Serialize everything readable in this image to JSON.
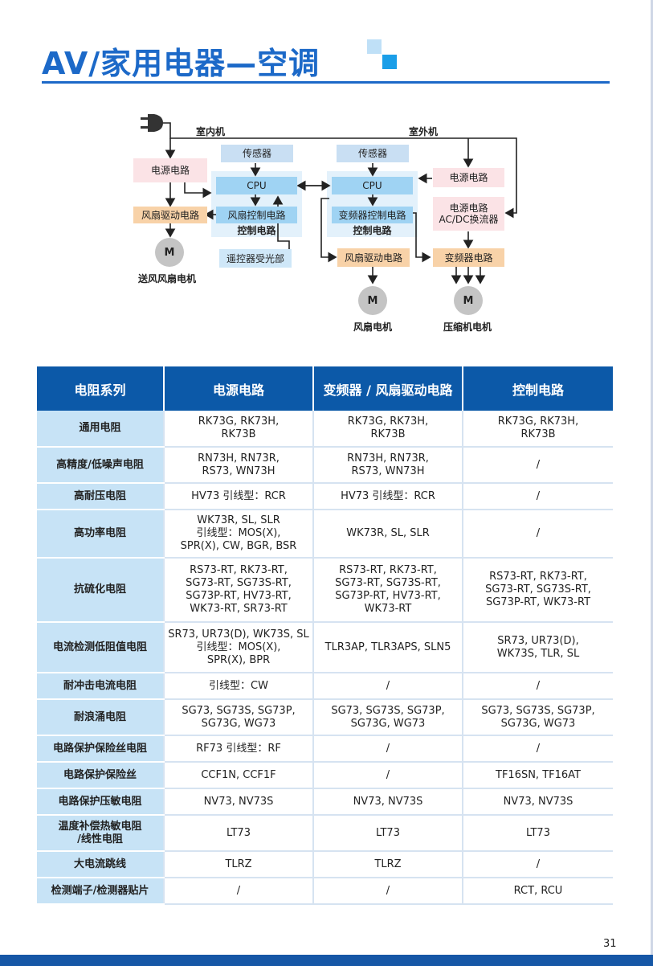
{
  "page": {
    "title": "AV/家用电器—空调",
    "page_number": "31"
  },
  "diagram": {
    "indoor_label": "室内机",
    "outdoor_label": "室外机",
    "indoor": {
      "power_circuit": "电源电路",
      "sensor": "传感器",
      "cpu": "CPU",
      "fan_drive": "风扇驱动电路",
      "fan_control": "风扇控制电路",
      "control_circuit": "控制电路",
      "remote_receiver": "遥控器受光部",
      "motor_symbol": "M",
      "motor_label": "送风风扇电机"
    },
    "outdoor": {
      "sensor": "传感器",
      "cpu": "CPU",
      "inverter_control": "变频器控制电路",
      "control_circuit": "控制电路",
      "fan_drive": "风扇驱动电路",
      "power_circuit": "电源电路",
      "power_acdc_line1": "电源电路",
      "power_acdc_line2": "AC/DC换流器",
      "inverter_circuit": "变频器电路",
      "fan_motor_symbol": "M",
      "fan_motor_label": "风扇电机",
      "compressor_motor_symbol": "M",
      "compressor_motor_label": "压缩机电机"
    }
  },
  "table": {
    "headers": [
      "电阻系列",
      "电源电路",
      "变频器 / 风扇驱动电路",
      "控制电路"
    ],
    "rows": [
      {
        "name": "通用电阻",
        "c1": [
          "RK73G, RK73H,",
          "RK73B"
        ],
        "c2": [
          "RK73G, RK73H,",
          "RK73B"
        ],
        "c3": [
          "RK73G, RK73H,",
          "RK73B"
        ]
      },
      {
        "name": "高精度/低噪声电阻",
        "c1": [
          "RN73H, RN73R,",
          "RS73, WN73H"
        ],
        "c2": [
          "RN73H, RN73R,",
          "RS73, WN73H"
        ],
        "c3": [
          "/"
        ]
      },
      {
        "name": "高耐压电阻",
        "c1": [
          "HV73  引线型：RCR"
        ],
        "c2": [
          "HV73  引线型：RCR"
        ],
        "c3": [
          "/"
        ]
      },
      {
        "name": "高功率电阻",
        "c1": [
          "WK73R, SL, SLR",
          "引线型：MOS(X),",
          "SPR(X), CW, BGR, BSR"
        ],
        "c2": [
          "WK73R, SL, SLR"
        ],
        "c3": [
          "/"
        ]
      },
      {
        "name": "抗硫化电阻",
        "c1": [
          "RS73-RT, RK73-RT,",
          "SG73-RT, SG73S-RT,",
          "SG73P-RT, HV73-RT,",
          "WK73-RT, SR73-RT"
        ],
        "c2": [
          "RS73-RT, RK73-RT,",
          "SG73-RT, SG73S-RT,",
          "SG73P-RT, HV73-RT,",
          "WK73-RT"
        ],
        "c3": [
          "RS73-RT, RK73-RT,",
          "SG73-RT, SG73S-RT,",
          "SG73P-RT, WK73-RT"
        ]
      },
      {
        "name": "电流检测低阻值电阻",
        "c1": [
          "SR73, UR73(D), WK73S, SL",
          "引线型：MOS(X),",
          "SPR(X), BPR"
        ],
        "c2": [
          "TLR3AP, TLR3APS, SLN5"
        ],
        "c3": [
          "SR73, UR73(D),",
          "WK73S, TLR, SL"
        ]
      },
      {
        "name": "耐冲击电流电阻",
        "c1": [
          "引线型：CW"
        ],
        "c2": [
          "/"
        ],
        "c3": [
          "/"
        ]
      },
      {
        "name": "耐浪涌电阻",
        "c1": [
          "SG73, SG73S, SG73P,",
          "SG73G, WG73"
        ],
        "c2": [
          "SG73, SG73S, SG73P,",
          "SG73G, WG73"
        ],
        "c3": [
          "SG73, SG73S, SG73P,",
          "SG73G, WG73"
        ]
      },
      {
        "name": "电路保护保险丝电阻",
        "c1": [
          "RF73  引线型：RF"
        ],
        "c2": [
          "/"
        ],
        "c3": [
          "/"
        ]
      },
      {
        "name": "电路保护保险丝",
        "c1": [
          "CCF1N, CCF1F"
        ],
        "c2": [
          "/"
        ],
        "c3": [
          "TF16SN, TF16AT"
        ]
      },
      {
        "name": "电路保护压敏电阻",
        "c1": [
          "NV73, NV73S"
        ],
        "c2": [
          "NV73, NV73S"
        ],
        "c3": [
          "NV73, NV73S"
        ]
      },
      {
        "name": "温度补偿热敏电阻\n/线性电阻",
        "c1": [
          "LT73"
        ],
        "c2": [
          "LT73"
        ],
        "c3": [
          "LT73"
        ]
      },
      {
        "name": "大电流跳线",
        "c1": [
          "TLRZ"
        ],
        "c2": [
          "TLRZ"
        ],
        "c3": [
          "/"
        ]
      },
      {
        "name": "检测端子/检测器贴片",
        "c1": [
          "/"
        ],
        "c2": [
          "/"
        ],
        "c3": [
          "RCT, RCU"
        ]
      }
    ]
  }
}
